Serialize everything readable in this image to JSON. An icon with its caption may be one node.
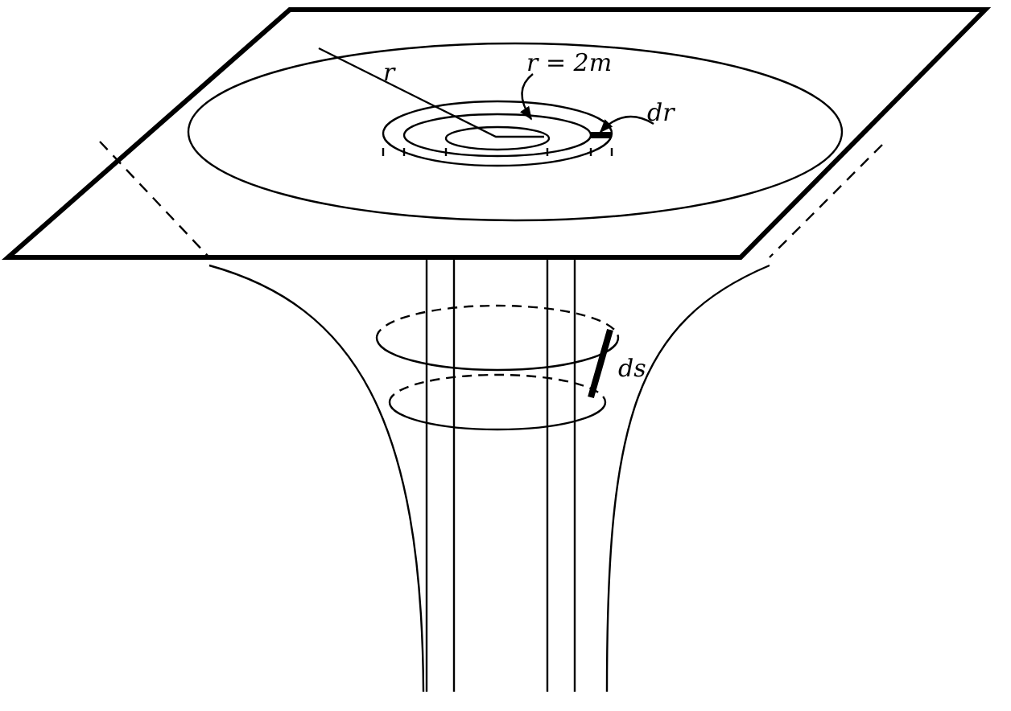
{
  "diagram": {
    "nodes": [
      {
        "text": [
          "r = 2m"
        ]
      },
      {
        "text": [
          "dr"
        ]
      }
    ],
    "edges": [
      {
        "from": 0,
        "to": null,
        "arrow": "to"
      },
      {
        "from": 1,
        "to": null,
        "arrow": "to"
      }
    ],
    "labels": [
      "r",
      "ds"
    ]
  }
}
